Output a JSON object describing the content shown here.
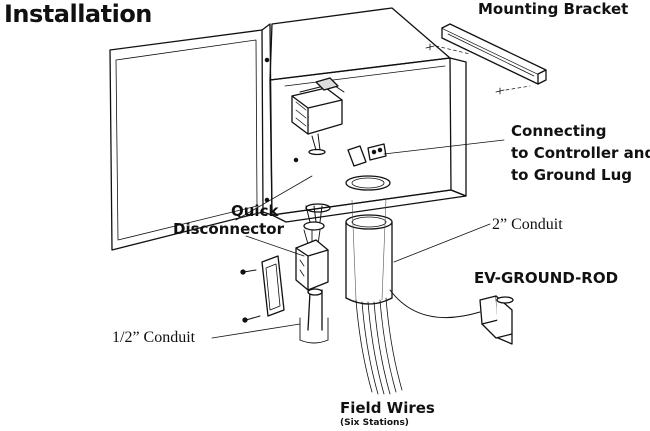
{
  "title": "Installation",
  "labels": {
    "mounting_bracket": "Mounting Bracket",
    "connecting_line1": "Connecting",
    "connecting_line2": "to Controller and",
    "connecting_line3": "to Ground Lug",
    "quick_line1": "Quick",
    "quick_line2": "Disconnector",
    "conduit_2in": "2” Conduit",
    "ground_rod": "EV-GROUND-ROD",
    "conduit_half": "1/2” Conduit",
    "field_wires": "Field Wires",
    "field_wires_sub": "(Six Stations)"
  },
  "colors": {
    "line": "#111111",
    "shade": "#555555",
    "background": "#ffffff"
  }
}
